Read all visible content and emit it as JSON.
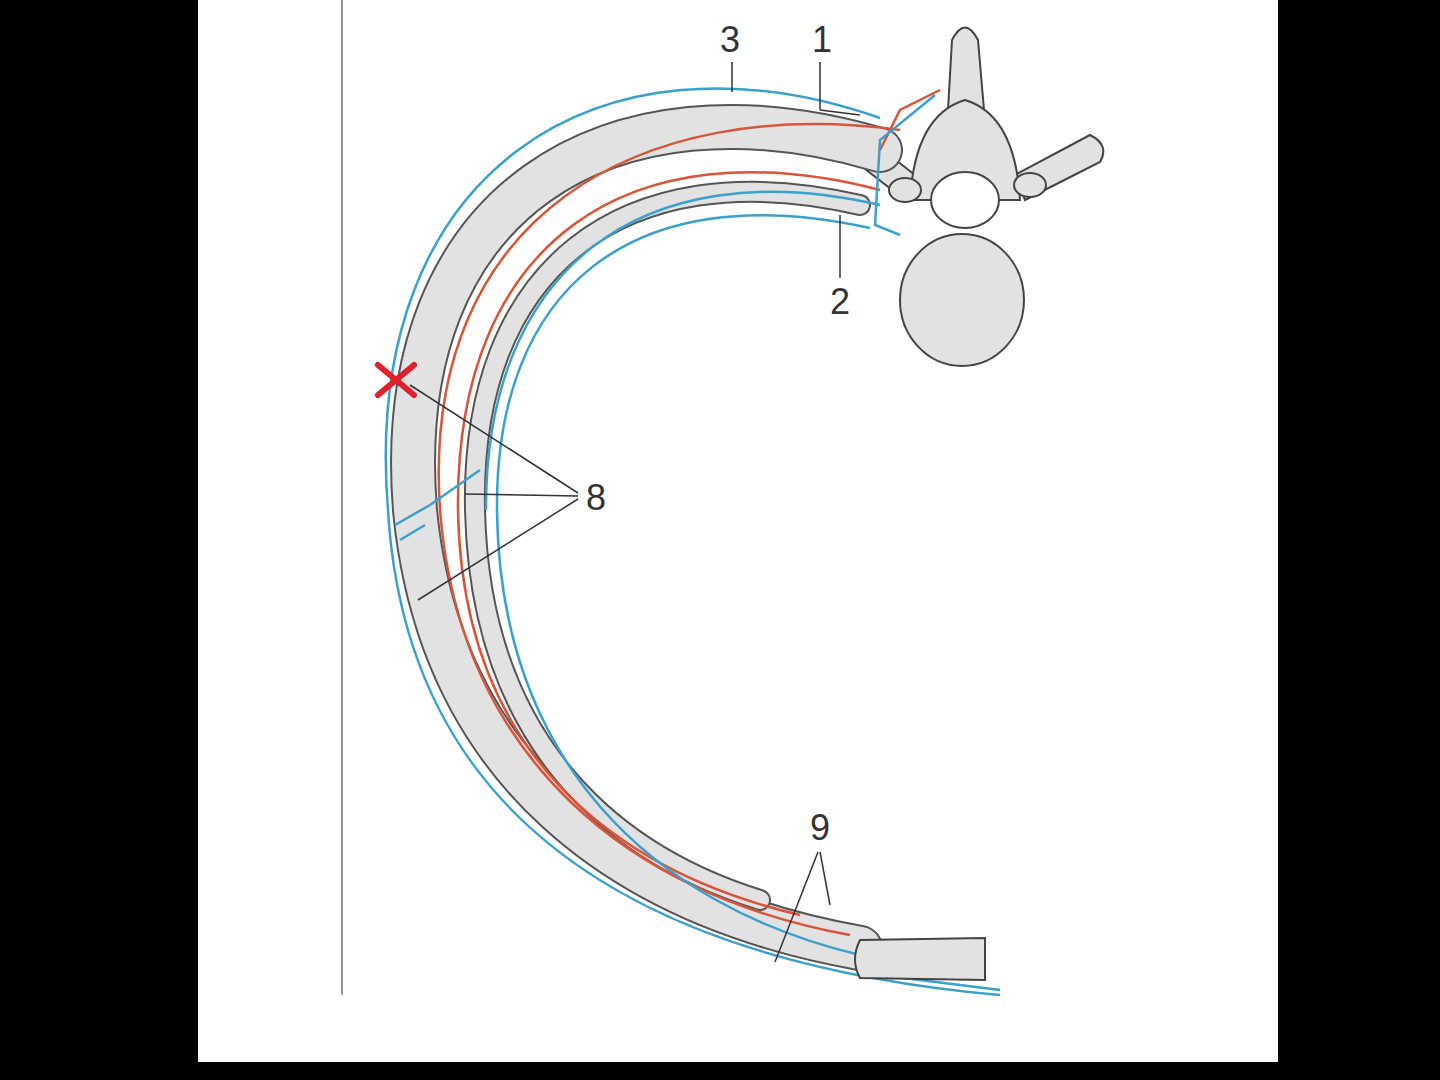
{
  "diagram": {
    "labels": [
      "3",
      "1",
      "2",
      "8",
      "9"
    ]
  }
}
